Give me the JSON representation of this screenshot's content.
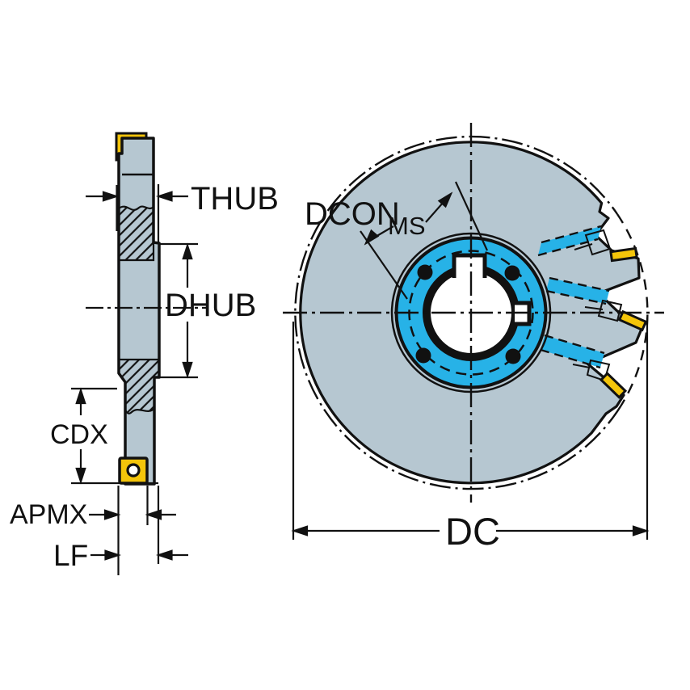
{
  "title": "Side and face milling cutter dimension drawing",
  "colors": {
    "body": "#b6c7d1",
    "coolant": "#27b2e7",
    "insert": "#f4c50a",
    "outline": "#111111",
    "background": "#ffffff"
  },
  "side_view": {
    "labels": {
      "thub": "THUB",
      "dhub": "DHUB",
      "cdx": "CDX",
      "apmx": "APMX",
      "lf": "LF"
    }
  },
  "front_view": {
    "labels": {
      "dcon": "DCON",
      "dcon_subscript": "MS",
      "dc": "DC"
    }
  }
}
